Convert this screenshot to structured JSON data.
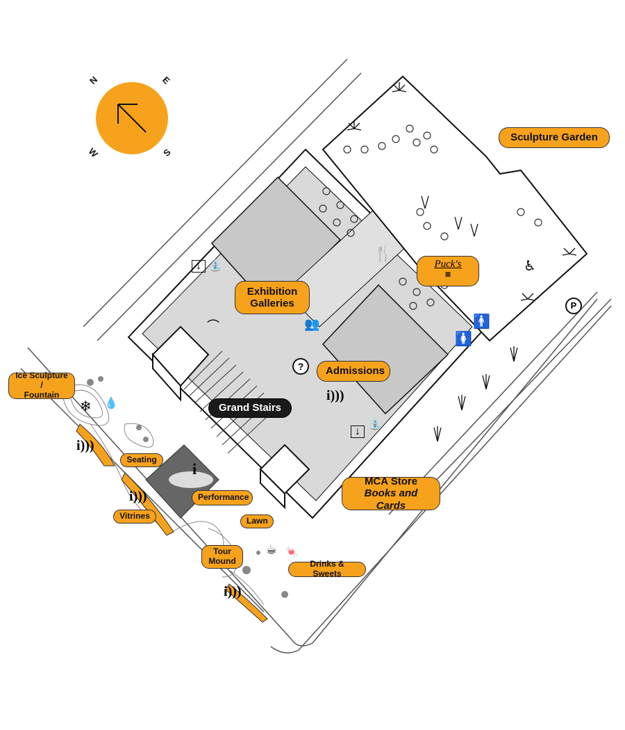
{
  "compass": {
    "north": "N",
    "east": "E",
    "south": "S",
    "west": "W"
  },
  "labels": {
    "sculpture_garden": "Sculpture Garden",
    "exhibition_1": "Exhibition",
    "exhibition_2": "Galleries",
    "admissions": "Admissions",
    "grand_stairs": "Grand Stairs",
    "mca_store_1": "MCA Store",
    "mca_store_2": "Books and Cards",
    "ice_sculpture_1": "Ice Sculpture /",
    "ice_sculpture_2": "Fountain",
    "seating": "Seating",
    "performance": "Performance",
    "vitrines": "Vitrines",
    "lawn": "Lawn",
    "tour_mound_1": "Tour",
    "tour_mound_2": "Mound",
    "drinks_sweets": "Drinks & Sweets",
    "pucks": "Puck's"
  },
  "icons": {
    "parking": "P",
    "info": "i",
    "question": "?"
  },
  "colors": {
    "accent": "#f7a21c",
    "floor": "#d9d9d9",
    "line": "#111111"
  }
}
